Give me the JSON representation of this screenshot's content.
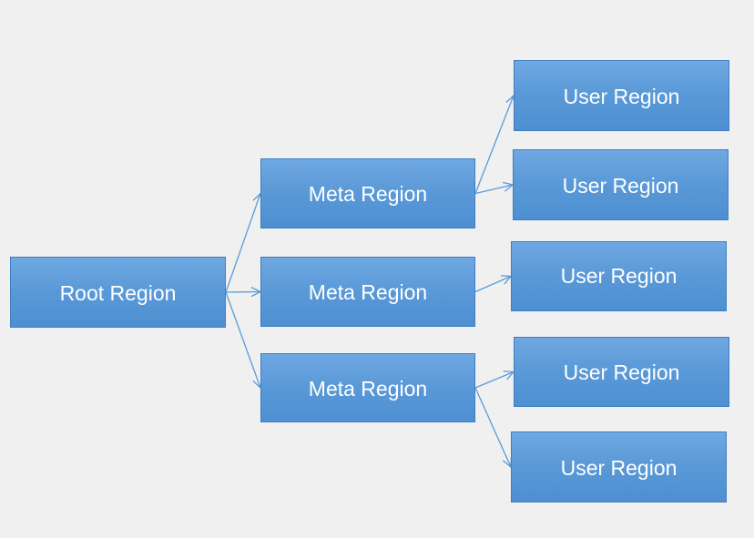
{
  "diagram": {
    "root": {
      "label": "Root Region"
    },
    "meta": [
      {
        "label": "Meta Region"
      },
      {
        "label": "Meta Region"
      },
      {
        "label": "Meta Region"
      }
    ],
    "user": [
      {
        "label": "User Region"
      },
      {
        "label": "User Region"
      },
      {
        "label": "User Region"
      },
      {
        "label": "User Region"
      },
      {
        "label": "User Region"
      }
    ],
    "edges": [
      {
        "from": "root",
        "to": "meta.0"
      },
      {
        "from": "root",
        "to": "meta.1"
      },
      {
        "from": "root",
        "to": "meta.2"
      },
      {
        "from": "meta.0",
        "to": "user.0"
      },
      {
        "from": "meta.0",
        "to": "user.1"
      },
      {
        "from": "meta.1",
        "to": "user.2"
      },
      {
        "from": "meta.2",
        "to": "user.3"
      },
      {
        "from": "meta.2",
        "to": "user.4"
      }
    ],
    "colors": {
      "background": "#f0f0f0",
      "node_fill": "#5b9ad8",
      "node_border": "#3f7ec0",
      "node_text": "#ffffff",
      "edge": "#5b9ad8"
    }
  }
}
